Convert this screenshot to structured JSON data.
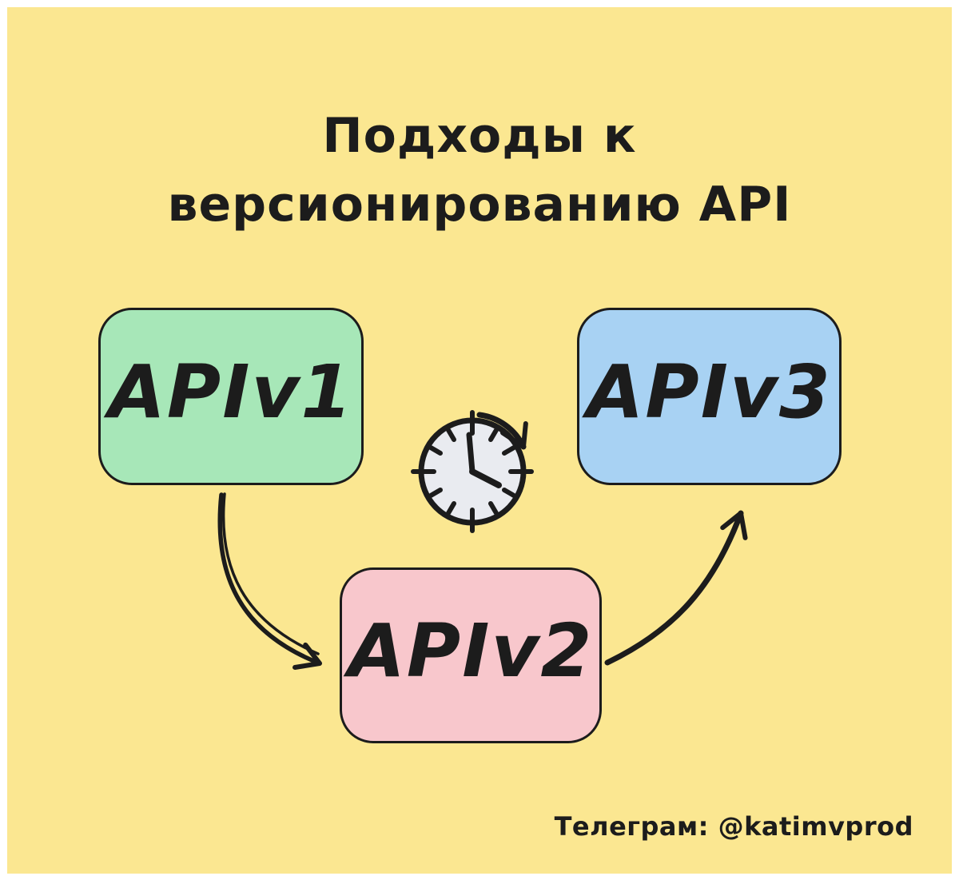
{
  "card": {
    "background_color": "#fbe791",
    "border_color": "#ffffff",
    "ink_color": "#1c1c1c"
  },
  "title": {
    "line1": "Подходы к",
    "line2": "версионированию API"
  },
  "nodes": [
    {
      "id": "apiv1",
      "label": "APIv1",
      "fill": "#a7e7b8"
    },
    {
      "id": "apiv2",
      "label": "APIv2",
      "fill": "#f8c7cc"
    },
    {
      "id": "apiv3",
      "label": "APIv3",
      "fill": "#a8d2f3"
    }
  ],
  "edges": [
    {
      "from": "apiv1",
      "to": "apiv2",
      "style": "curved-hand-drawn-arrow"
    },
    {
      "from": "apiv2",
      "to": "apiv3",
      "style": "curved-hand-drawn-arrow"
    }
  ],
  "clock": {
    "icon": "clock-icon",
    "face_fill": "#e9ebf0",
    "meaning": "time passing clockwise, hands at about 4 o'clock"
  },
  "footer": {
    "text": "Телеграм: @katimvprod"
  }
}
